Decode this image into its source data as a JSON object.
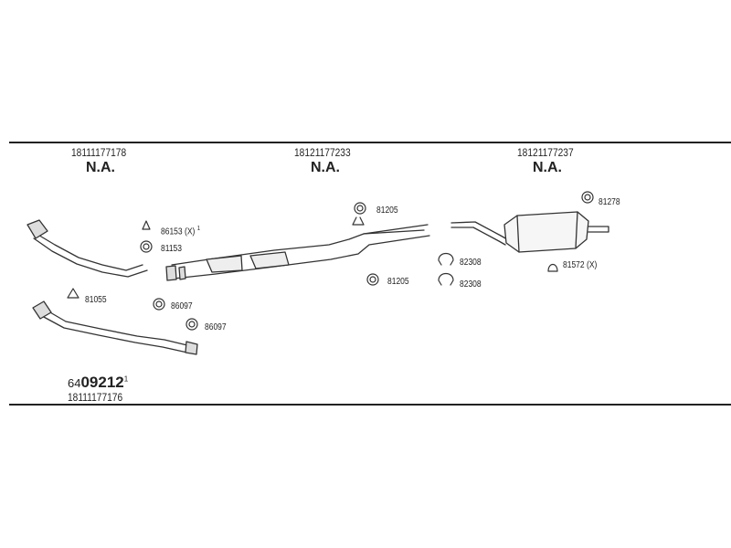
{
  "sections": [
    {
      "part_number": "18111177178",
      "status": "N.A."
    },
    {
      "part_number": "18121177233",
      "status": "N.A."
    },
    {
      "part_number": "18121177237",
      "status": "N.A."
    }
  ],
  "refs": {
    "r86153": "86153 (X)",
    "r86153_mark": "1",
    "r81153": "81153",
    "r81055": "81055",
    "r86097a": "86097",
    "r86097b": "86097",
    "r81205a": "81205",
    "r81205b": "81205",
    "r82308a": "82308",
    "r82308b": "82308",
    "r81278": "81278",
    "r81572": "81572 (X)"
  },
  "kit": {
    "prefix": "64",
    "main": "09212",
    "mark": "1",
    "part_number": "18111177176"
  }
}
